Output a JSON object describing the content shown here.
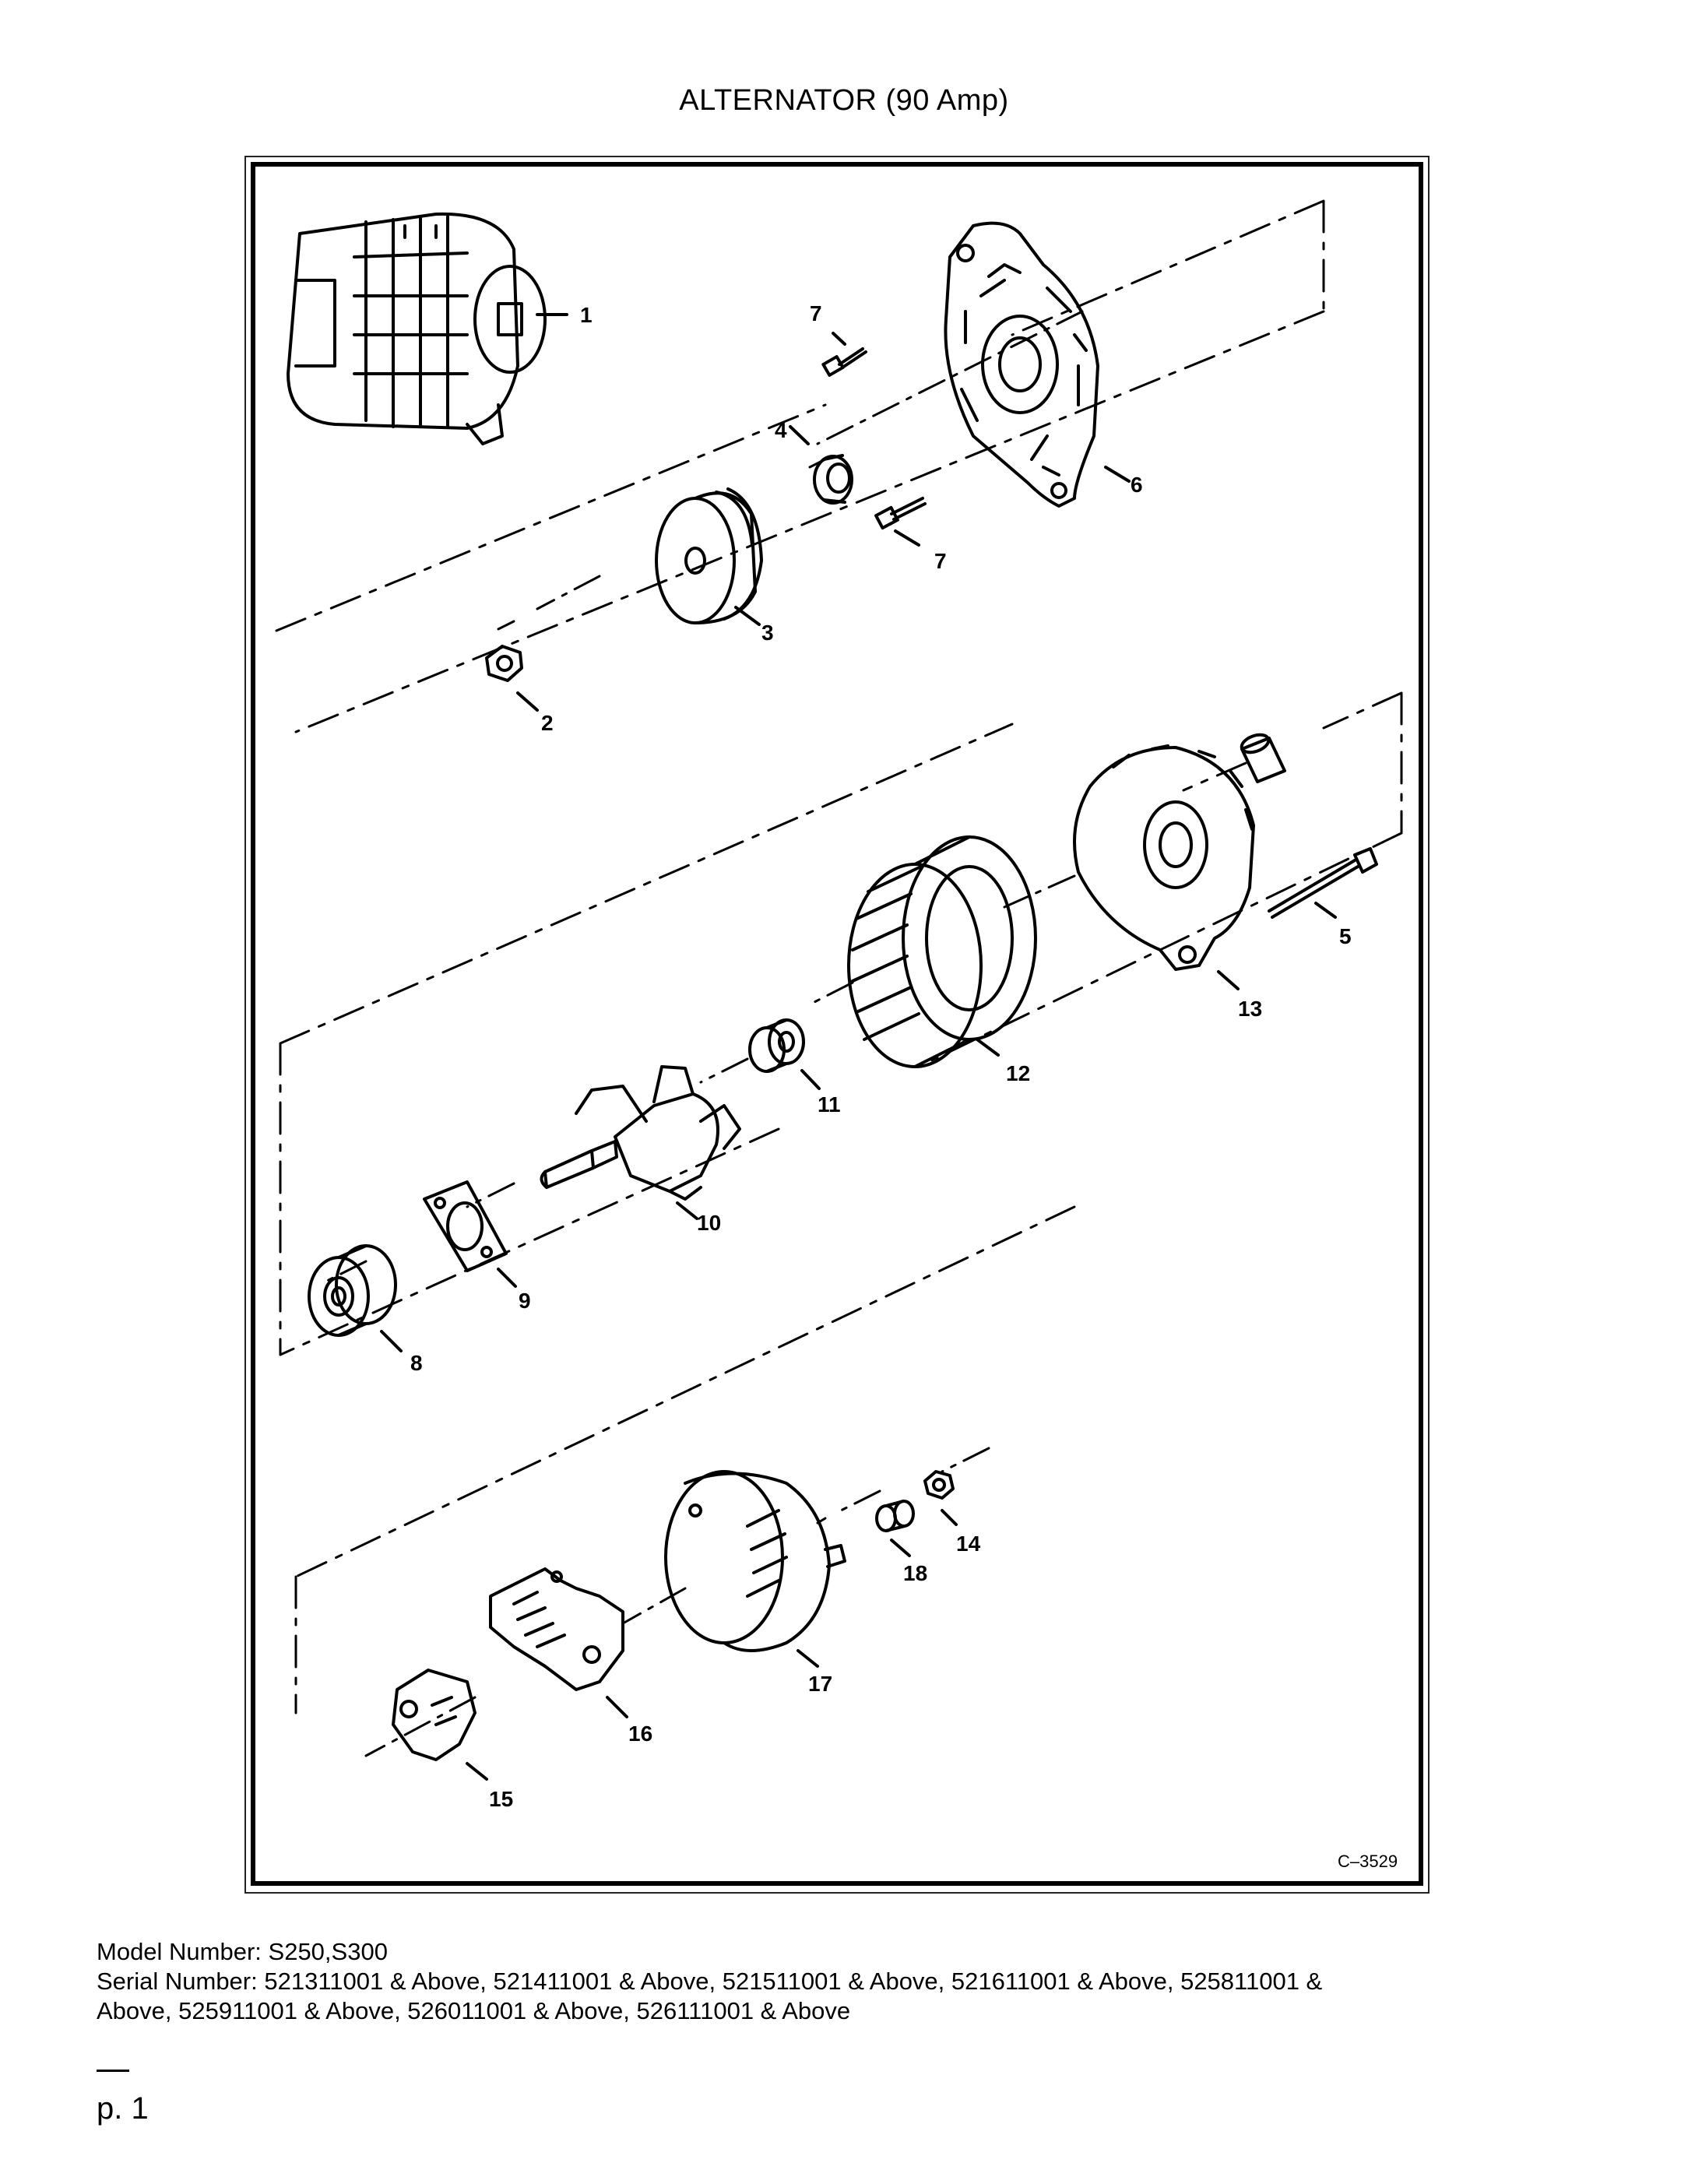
{
  "title": "ALTERNATOR (90 Amp)",
  "figure_code": "C–3529",
  "callouts": {
    "c1": "1",
    "c2": "2",
    "c3": "3",
    "c4": "4",
    "c5": "5",
    "c6": "6",
    "c7a": "7",
    "c7b": "7",
    "c8": "8",
    "c9": "9",
    "c10": "10",
    "c11": "11",
    "c12": "12",
    "c13": "13",
    "c14": "14",
    "c15": "15",
    "c16": "16",
    "c17": "17",
    "c18": "18"
  },
  "info": {
    "model": "Model Number: S250,S300",
    "serial_line1": "Serial Number: 521311001 & Above, 521411001 & Above, 521511001 & Above, 521611001 & Above, 525811001 &",
    "serial_line2": "Above, 525911001 & Above, 526011001 & Above, 526111001 & Above"
  },
  "page_label": "p. 1"
}
